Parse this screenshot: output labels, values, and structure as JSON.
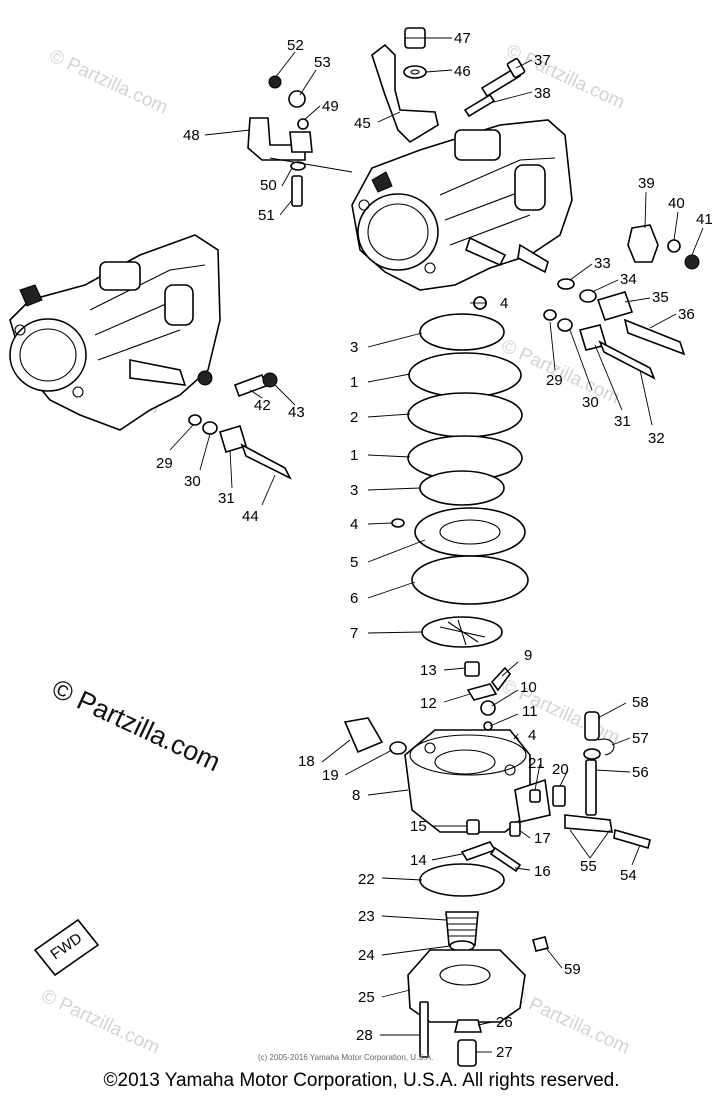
{
  "watermark": "© Partzilla.com",
  "watermark_prominent": "© Partzilla.com",
  "inner_copyright": "(c) 2005-2016 Yamaha Motor Corporation, U.S.A.",
  "footer_copyright": "©2013 Yamaha Motor Corporation, U.S.A. All rights reserved.",
  "fwd_label": "FWD",
  "callouts": [
    "1",
    "1",
    "2",
    "3",
    "3",
    "4",
    "4",
    "4",
    "5",
    "6",
    "7",
    "8",
    "9",
    "10",
    "11",
    "12",
    "13",
    "14",
    "15",
    "16",
    "17",
    "18",
    "19",
    "20",
    "21",
    "22",
    "23",
    "24",
    "25",
    "26",
    "27",
    "28",
    "29",
    "29",
    "30",
    "30",
    "31",
    "31",
    "32",
    "33",
    "34",
    "35",
    "36",
    "37",
    "38",
    "39",
    "40",
    "41",
    "42",
    "43",
    "44",
    "45",
    "46",
    "47",
    "48",
    "49",
    "50",
    "51",
    "52",
    "53",
    "54",
    "55",
    "56",
    "57",
    "58",
    "59"
  ]
}
